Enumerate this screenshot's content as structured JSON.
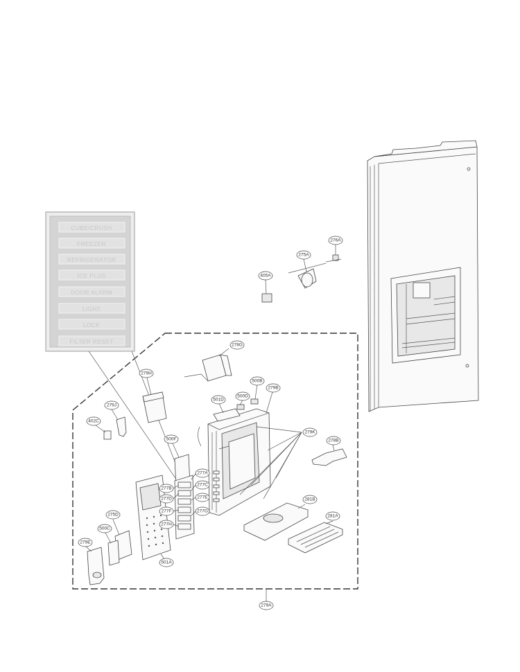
{
  "control_panel": {
    "buttons": [
      "CUBE/CRUSH",
      "FREEZER",
      "REFRIGERATOR",
      "ICE PLUS",
      "DOOR ALARM",
      "LIGHT",
      "LOCK",
      "FILTER RESET"
    ]
  },
  "parts": {
    "p276A": "276A",
    "p275A": "275A",
    "p405A": "405A",
    "p278G": "278G",
    "p279H": "279H",
    "p500B": "500B",
    "p501D": "501D",
    "p500D": "500D",
    "p279B": "279B",
    "p279J": "279J",
    "p402C": "402C",
    "p279K": "279K",
    "p278B": "278B",
    "p500F": "500F",
    "p277A": "277A",
    "p277B": "277B",
    "p277C": "277C",
    "p277D": "277D",
    "p277E": "277E",
    "p277F": "277F",
    "p277G": "277G",
    "p277H": "277H",
    "p281B": "281B",
    "p281A": "281A",
    "p275D": "275D",
    "p500C": "500C",
    "p279E": "279E",
    "p501A": "501A",
    "p279A": "279A"
  }
}
